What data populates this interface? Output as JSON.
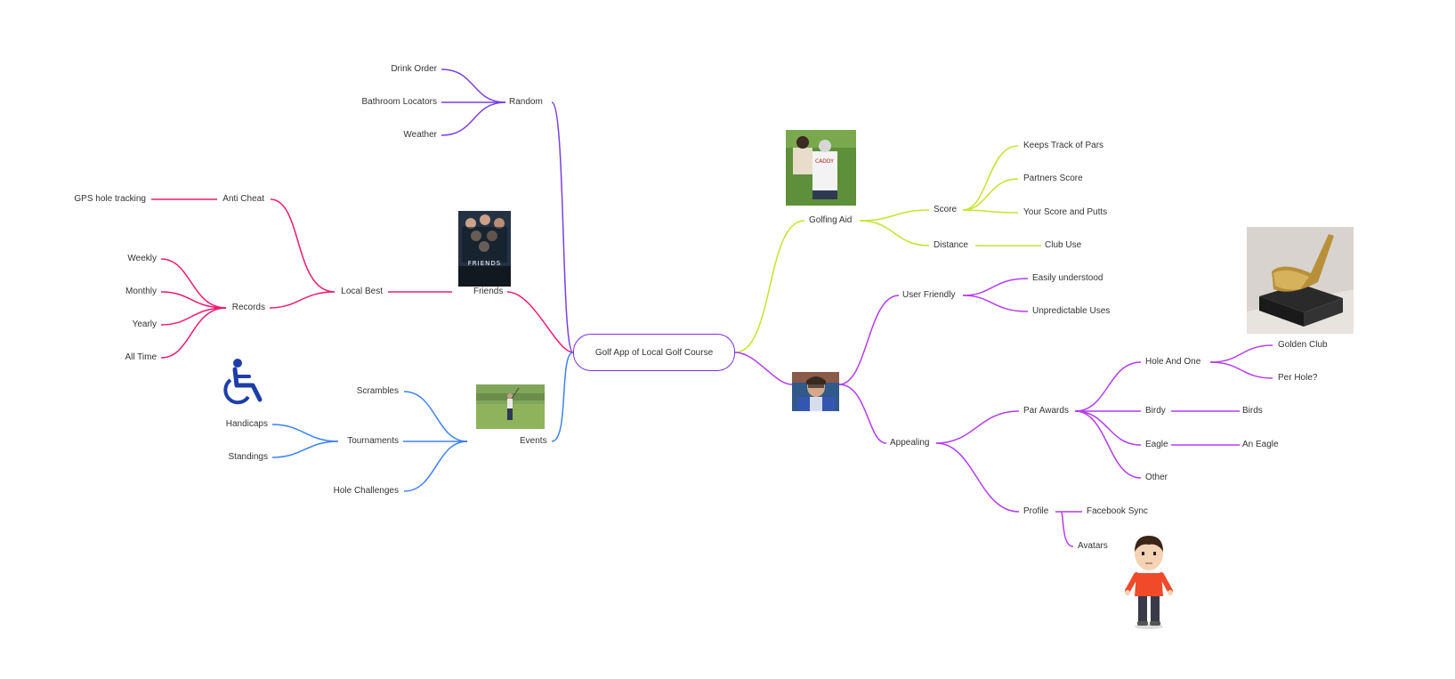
{
  "root": {
    "label": "Golf App of Local Golf Course"
  },
  "colors": {
    "random": "#7b3fe4",
    "friends": "#ef1a72",
    "events": "#3b82f6",
    "golfing_aid": "#c6e32b",
    "right_lower": "#b43cf2"
  },
  "nodes": {
    "random": "Random",
    "drink_order": "Drink Order",
    "bathroom_locators": "Bathroom Locators",
    "weather": "Weather",
    "friends": "Friends",
    "local_best": "Local Best",
    "anti_cheat": "Anti Cheat",
    "gps_hole_tracking": "GPS hole tracking",
    "records": "Records",
    "weekly": "Weekly",
    "monthly": "Monthly",
    "yearly": "Yearly",
    "all_time": "All Time",
    "events": "Events",
    "scrambles": "Scrambles",
    "tournaments": "Tournaments",
    "handicaps": "Handicaps",
    "standings": "Standings",
    "hole_challenges": "Hole Challenges",
    "golfing_aid": "Golfing Aid",
    "score": "Score",
    "keeps_track_of_pars": "Keeps Track of Pars",
    "partners_score": "Partners Score",
    "your_score_and_putts": "Your Score and Putts",
    "distance": "Distance",
    "club_use": "Club Use",
    "user_friendly": "User Friendly",
    "easily_understood": "Easily understood",
    "unpredictable_uses": "Unpredictable Uses",
    "appealing": "Appealing",
    "par_awards": "Par Awards",
    "hole_and_one": "Hole And One",
    "golden_club": "Golden Club",
    "per_hole": "Per Hole?",
    "birdy": "Birdy",
    "birds": "Birds",
    "eagle": "Eagle",
    "an_eagle": "An Eagle",
    "other": "Other",
    "profile": "Profile",
    "facebook_sync": "Facebook Sync",
    "avatars": "Avatars"
  },
  "pictures": {
    "friends_poster": "FRIENDS",
    "caddy_photo": "CADDY"
  }
}
